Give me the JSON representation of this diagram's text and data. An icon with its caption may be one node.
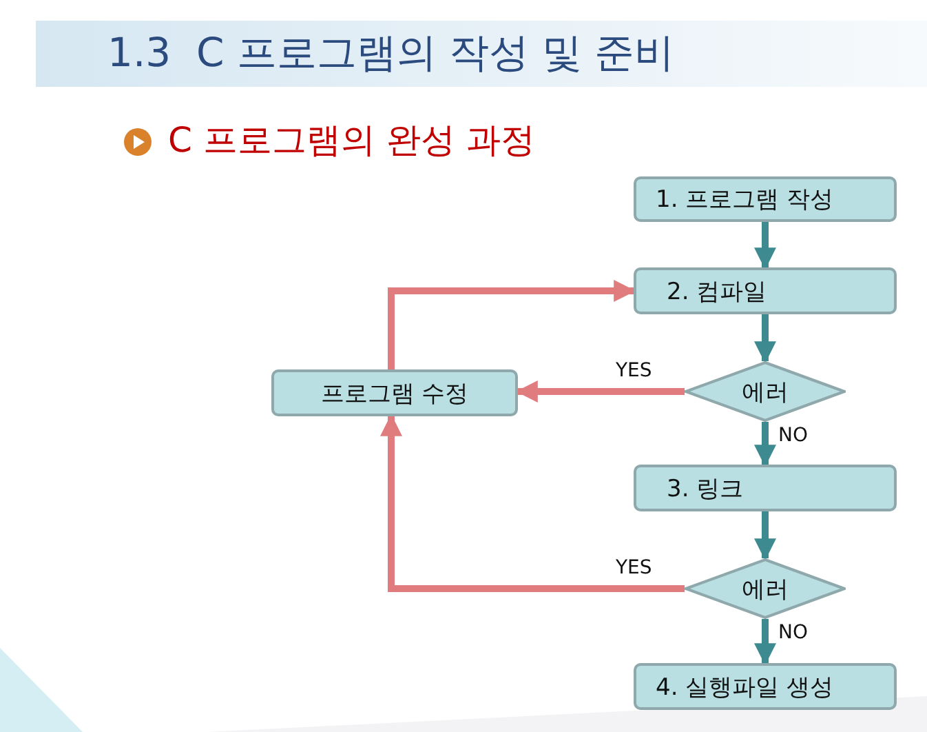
{
  "diagram": {
    "title": "1.3  C 프로그램의 작성 및 준비",
    "nodes": [
      {
        "text": [
          "1. 프로그램 작성"
        ]
      },
      {
        "text": [
          "2. 컴파일"
        ]
      },
      {
        "text": [
          "에러"
        ]
      },
      {
        "text": [
          "3. 링크"
        ]
      },
      {
        "text": [
          "에러"
        ]
      },
      {
        "text": [
          "4. 실행파일 생성"
        ]
      },
      {
        "text": [
          "프로그램 수정"
        ]
      }
    ],
    "edges": [
      {
        "from": 0,
        "to": 1,
        "arrow": "to"
      },
      {
        "from": 1,
        "to": 2,
        "arrow": "to"
      },
      {
        "from": 2,
        "to": 3,
        "arrow": "to",
        "label": "NO"
      },
      {
        "from": 3,
        "to": 4,
        "arrow": "to"
      },
      {
        "from": 4,
        "to": 5,
        "arrow": "to",
        "label": "NO"
      },
      {
        "from": 2,
        "to": 6,
        "arrow": "to",
        "label": "YES",
        "color": "#e07b7e"
      },
      {
        "from": 4,
        "to": 6,
        "arrow": "to",
        "label": "YES",
        "color": "#e07b7e"
      },
      {
        "from": 6,
        "to": 1,
        "arrow": "to",
        "color": "#e07b7e"
      }
    ],
    "labels": [
      "C 프로그램의 완성 과정"
    ]
  }
}
